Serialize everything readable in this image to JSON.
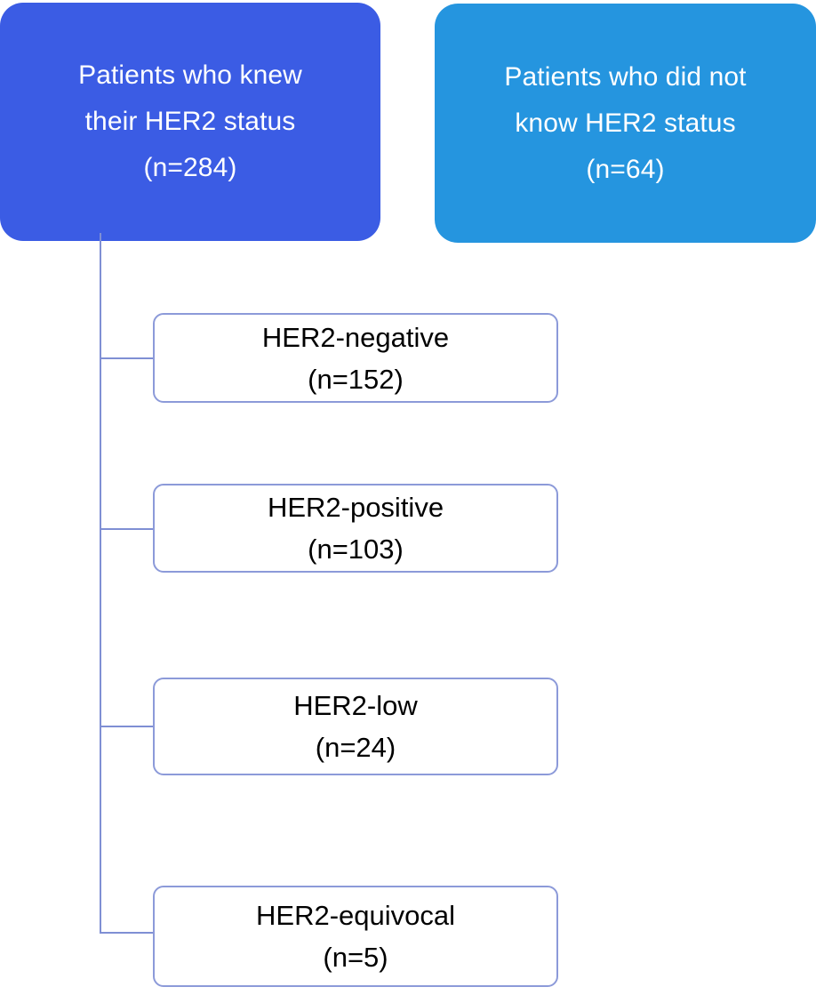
{
  "diagram": {
    "type": "flowchart",
    "title": "HER2 status knowledge flow diagram",
    "colors": {
      "known_node_fill": "#3b5ce4",
      "unknown_node_fill": "#2595df",
      "child_node_fill": "#ffffff",
      "child_node_border": "#8c9ad9",
      "connector_line": "#7f8fd4",
      "top_node_text": "#ffffff",
      "child_node_text": "#000000",
      "background": "#ffffff"
    },
    "top_nodes": [
      {
        "id": "known",
        "label": "Patients who knew\ntheir HER2 status\n(n=284)",
        "description": "Patients who knew their HER2 status",
        "count_label": "(n=284)",
        "count": 284
      },
      {
        "id": "unknown",
        "label": "Patients who did not\nknow HER2 status\n(n=64)",
        "description": "Patients who did not know HER2 status",
        "count_label": "(n=64)",
        "count": 64
      }
    ],
    "child_nodes": [
      {
        "id": "her2-negative",
        "label": "HER2-negative\n(n=152)",
        "description": "HER2-negative",
        "count_label": "(n=152)",
        "count": 152
      },
      {
        "id": "her2-positive",
        "label": "HER2-positive\n(n=103)",
        "description": "HER2-positive",
        "count_label": "(n=103)",
        "count": 103
      },
      {
        "id": "her2-low",
        "label": "HER2-low\n(n=24)",
        "description": "HER2-low",
        "count_label": "(n=24)",
        "count": 24
      },
      {
        "id": "her2-equivocal",
        "label": "HER2-equivocal\n(n=5)",
        "description": "HER2-equivocal",
        "count_label": "(n=5)",
        "count": 5
      }
    ]
  }
}
